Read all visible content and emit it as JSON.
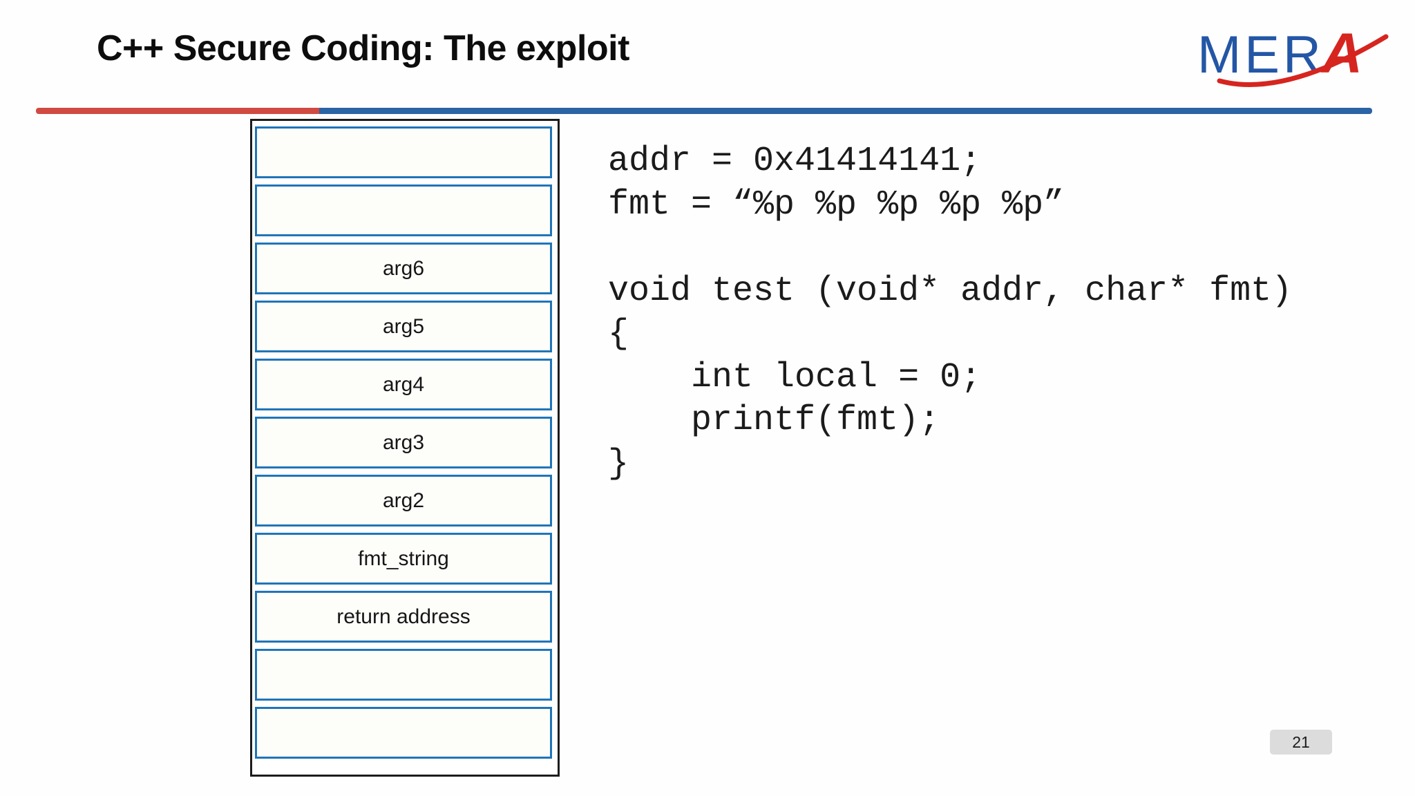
{
  "header": {
    "title": "C++ Secure Coding: The exploit"
  },
  "logo": {
    "text_blue": "MER",
    "text_red": "A",
    "swoosh_icon": "red-ellipse-swoosh"
  },
  "divider": {
    "red_segment": "left accent",
    "blue_segment": "main rule"
  },
  "stack": {
    "cells": [
      {
        "label": ""
      },
      {
        "label": ""
      },
      {
        "label": "arg6"
      },
      {
        "label": "arg5"
      },
      {
        "label": "arg4"
      },
      {
        "label": "arg3"
      },
      {
        "label": "arg2"
      },
      {
        "label": "fmt_string"
      },
      {
        "label": "return address"
      },
      {
        "label": ""
      },
      {
        "label": ""
      }
    ]
  },
  "code": {
    "lines": [
      "addr = 0x41414141;",
      "fmt = “%p %p %p %p %p”",
      "",
      "void test (void* addr, char* fmt)",
      "{",
      "    int local = 0;",
      "    printf(fmt);",
      "}"
    ]
  },
  "page": {
    "number": "21"
  },
  "colors": {
    "divider_red": "#d04a42",
    "divider_blue": "#2b63a5",
    "box_border_blue": "#1f75b8",
    "outer_border": "#1c1c1c",
    "cell_fill": "#fdfdfa",
    "logo_blue": "#2356a5",
    "logo_red": "#d6251f",
    "badge_bg": "#dcdcdc",
    "code_text": "#1b1b1b"
  }
}
